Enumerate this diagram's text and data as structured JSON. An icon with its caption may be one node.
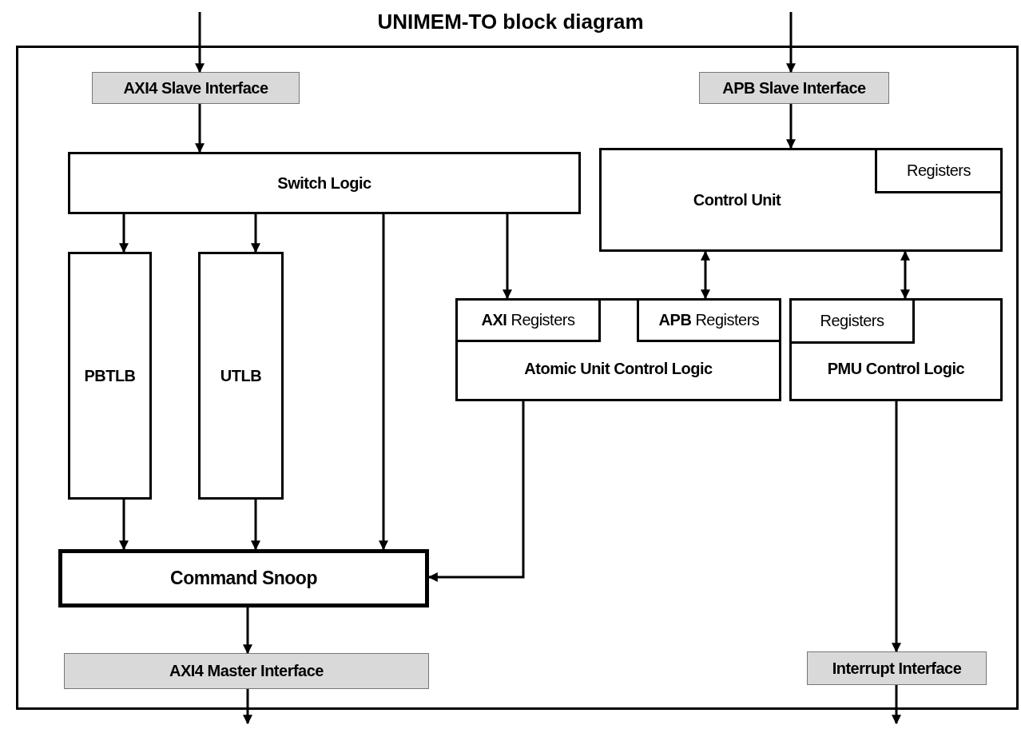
{
  "diagram": {
    "title": "UNIMEM-TO block diagram",
    "nodes": [
      {
        "text": [],
        "shape": "box"
      },
      {
        "text": [
          "AXI4 Slave Interface"
        ],
        "in": 0
      },
      {
        "text": [
          "APB Slave Interface"
        ],
        "in": 0
      },
      {
        "text": [
          "Switch Logic"
        ],
        "in": 0
      },
      {
        "text": [
          "Control Unit"
        ],
        "in": 0
      },
      {
        "text": [
          "Registers"
        ],
        "in": 4
      },
      {
        "text": [
          "PBTLB"
        ],
        "in": 0
      },
      {
        "text": [
          "UTLB"
        ],
        "in": 0
      },
      {
        "text": [
          "Atomic Unit Control Logic"
        ],
        "in": 0
      },
      {
        "text": [
          "**AXI** Registers"
        ],
        "in": 8
      },
      {
        "text": [
          "**APB** Registers"
        ],
        "in": 8
      },
      {
        "text": [
          "PMU Control Logic"
        ],
        "in": 0
      },
      {
        "text": [
          "Registers"
        ],
        "in": 11
      },
      {
        "text": [
          "Command Snoop"
        ],
        "in": 0
      },
      {
        "text": [
          "AXI4 Master Interface"
        ],
        "in": 0
      },
      {
        "text": [
          "Interrupt Interface"
        ],
        "in": 0
      }
    ],
    "edges": [
      {
        "from": null,
        "to": 1,
        "arrow": "to"
      },
      {
        "from": null,
        "to": 2,
        "arrow": "to"
      },
      {
        "from": 1,
        "to": 3,
        "arrow": "to"
      },
      {
        "from": 2,
        "to": 4,
        "arrow": "to"
      },
      {
        "from": 3,
        "to": 6,
        "arrow": "to"
      },
      {
        "from": 3,
        "to": 7,
        "arrow": "to"
      },
      {
        "from": 3,
        "to": 13,
        "arrow": "to"
      },
      {
        "from": 3,
        "to": 8,
        "arrow": "to"
      },
      {
        "from": 4,
        "to": 8,
        "arrow": "both"
      },
      {
        "from": 4,
        "to": 11,
        "arrow": "both"
      },
      {
        "from": 6,
        "to": 13,
        "arrow": "to"
      },
      {
        "from": 7,
        "to": 13,
        "arrow": "to"
      },
      {
        "from": 8,
        "to": 13,
        "arrow": "to"
      },
      {
        "from": 13,
        "to": 14,
        "arrow": "to"
      },
      {
        "from": 11,
        "to": 15,
        "arrow": "to"
      },
      {
        "from": 14,
        "to": null,
        "arrow": "to"
      },
      {
        "from": 15,
        "to": null,
        "arrow": "to"
      }
    ]
  }
}
